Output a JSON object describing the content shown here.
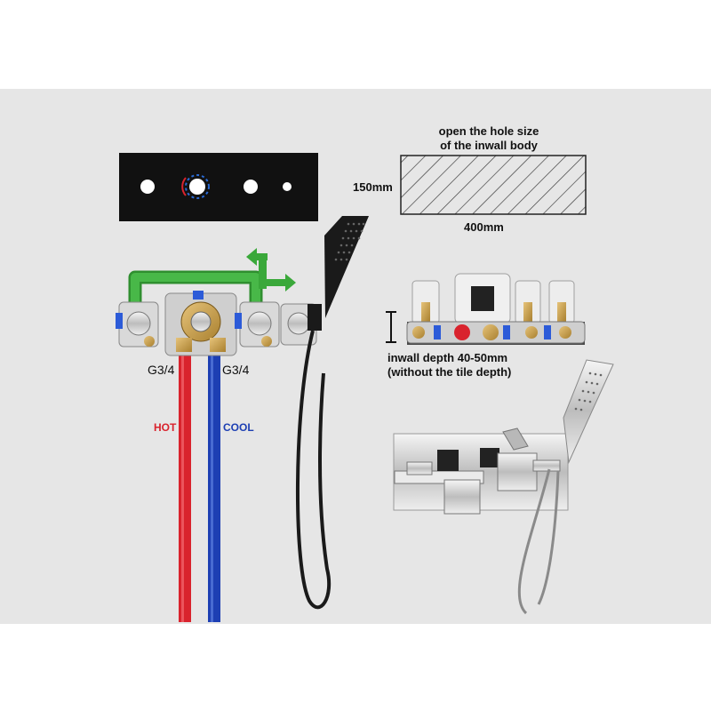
{
  "hole": {
    "title_line1": "open the hole size",
    "title_line2": "of the inwall body",
    "height": "150mm",
    "width": "400mm"
  },
  "inlets": {
    "left_thread": "G3/4",
    "right_thread": "G3/4",
    "hot_label": "HOT",
    "cool_label": "COOL"
  },
  "depth": {
    "line1": "inwall depth 40-50mm",
    "line2": "(without the tile depth)"
  },
  "colors": {
    "hot": "#d9232d",
    "cool": "#1d3fb3",
    "pipe": "#3aa83a",
    "panel": "#e6e6e6"
  }
}
